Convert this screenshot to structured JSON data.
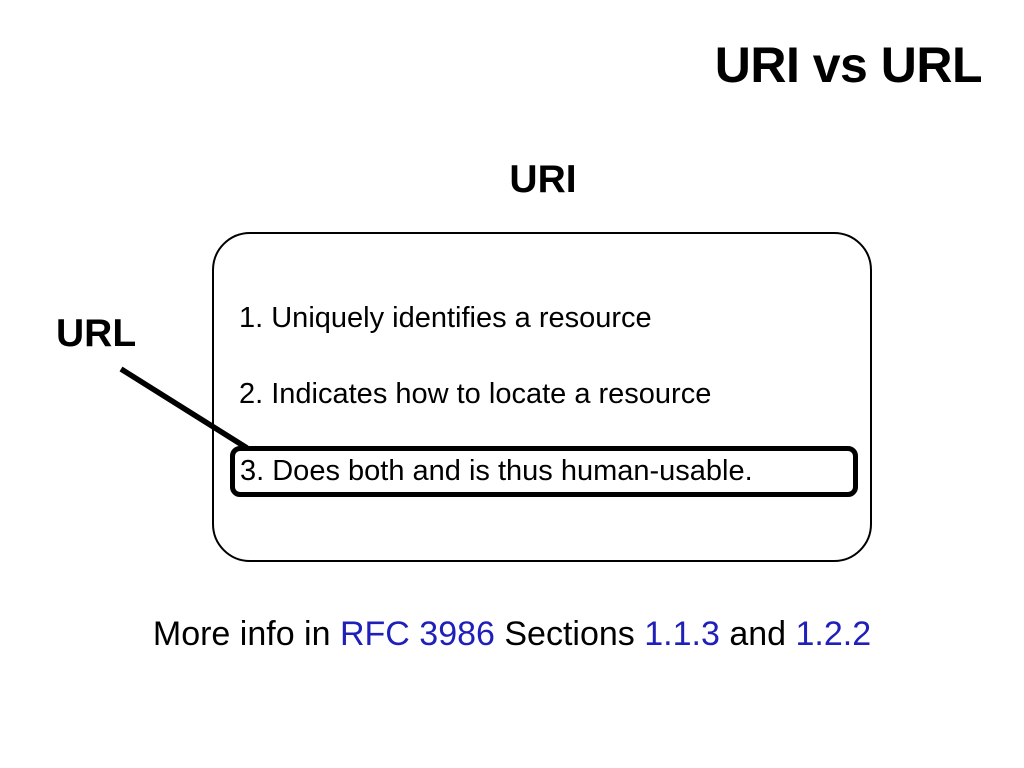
{
  "slide": {
    "title": "URI vs URL",
    "background_color": "#ffffff",
    "text_color": "#000000",
    "link_color": "#1f1fba"
  },
  "diagram": {
    "outer_label": "URI",
    "callout_label": "URL",
    "items": [
      {
        "number": "1.",
        "text": "Uniquely identifies a resource",
        "full": "1. Uniquely identifies a resource",
        "highlighted": false
      },
      {
        "number": "2.",
        "text": "Indicates how to locate a resource",
        "full": "2. Indicates how to locate a resource",
        "highlighted": false
      },
      {
        "number": "3.",
        "text": "Does both and is thus human-usable.",
        "full": "3. Does both and is thus human-usable.",
        "highlighted": true
      }
    ]
  },
  "footer": {
    "segment_1": "More info in ",
    "link_1": "RFC 3986",
    "segment_2": " Sections ",
    "link_2": "1.1.3",
    "segment_3": " and ",
    "link_3": "1.2.2",
    "full_text": "More info in RFC 3986 Sections 1.1.3 and 1.2.2"
  }
}
